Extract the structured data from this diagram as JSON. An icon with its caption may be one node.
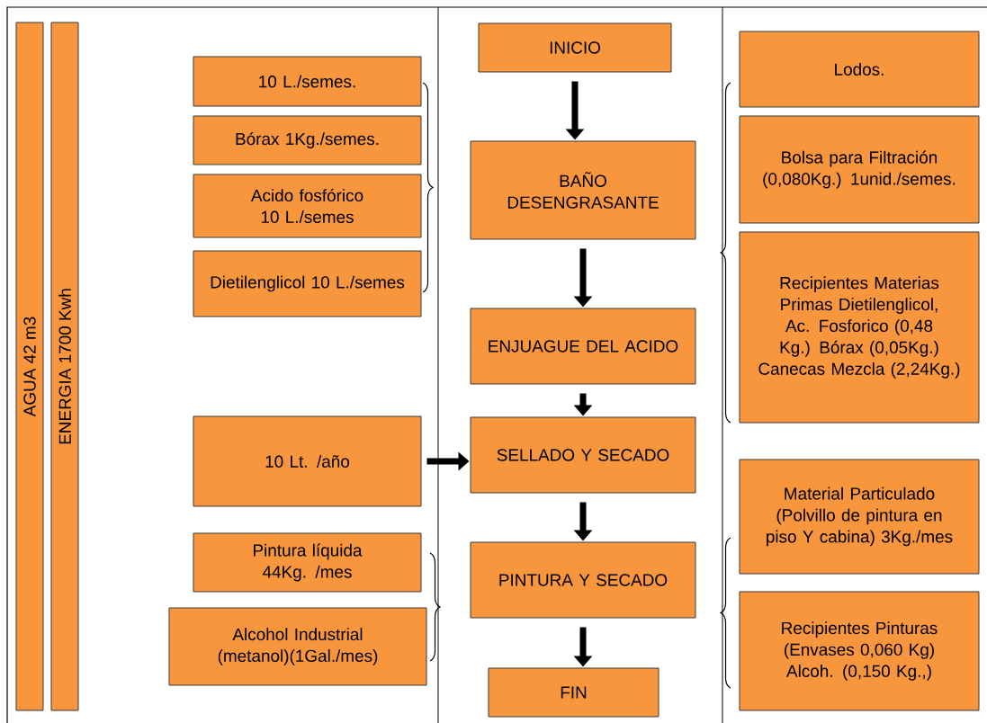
{
  "diagram": {
    "nodes": [
      {
        "text": [
          "AGUA 42 m3"
        ]
      },
      {
        "text": [
          "ENERGIA 1700 Kwh"
        ]
      },
      {
        "text": [
          "10 L./semes."
        ]
      },
      {
        "text": [
          "Bórax 1Kg./semes."
        ]
      },
      {
        "text": [
          "Acido fosfórico 10 L./semes"
        ]
      },
      {
        "text": [
          "Dietilenglicol 10 L./semes"
        ]
      },
      {
        "text": [
          "10 Lt. /año"
        ]
      },
      {
        "text": [
          "Pintura líquida 44Kg. /mes"
        ]
      },
      {
        "text": [
          "Alcohol Industrial (metanol)(1Gal./mes)"
        ]
      },
      {
        "text": [
          "INICIO"
        ]
      },
      {
        "text": [
          "BAÑO DESENGRASANTE"
        ]
      },
      {
        "text": [
          "ENJUAGUE DEL ACIDO"
        ]
      },
      {
        "text": [
          "SELLADO Y SECADO"
        ]
      },
      {
        "text": [
          "PINTURA Y SECADO"
        ]
      },
      {
        "text": [
          "FIN"
        ]
      },
      {
        "text": [
          "Lodos."
        ]
      },
      {
        "text": [
          "Bolsa para Filtración (0,080Kg.) 1unid./semes."
        ]
      },
      {
        "text": [
          "Recipientes Materias Primas Dietilenglicol, Ac. Fosforico (0,48 Kg.) Bórax (0,05Kg.) Canecas Mezcla (2,24Kg.)"
        ]
      },
      {
        "text": [
          "Material Particulado (Polvillo de pintura en piso Y cabina) 3Kg./mes"
        ]
      },
      {
        "text": [
          "Recipientes Pinturas (Envases 0,060 Kg) Alcoh. (0,150 Kg.,)"
        ]
      }
    ],
    "edges": [
      {
        "from": 9,
        "to": 10,
        "arrow": "to"
      },
      {
        "from": 10,
        "to": 11,
        "arrow": "to"
      },
      {
        "from": 11,
        "to": 12,
        "arrow": "to"
      },
      {
        "from": 12,
        "to": 13,
        "arrow": "to"
      },
      {
        "from": 13,
        "to": 14,
        "arrow": "to"
      },
      {
        "from": 6,
        "to": 12,
        "arrow": "to"
      }
    ]
  }
}
